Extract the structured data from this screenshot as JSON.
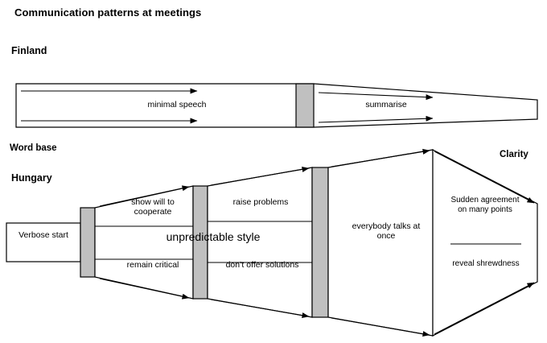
{
  "title": "Communication patterns at meetings",
  "sections": {
    "finland": {
      "country_label": "Finland",
      "stages": [
        {
          "id": "minimal-speech",
          "label": "minimal speech"
        },
        {
          "id": "summarise",
          "label": "summarise"
        }
      ]
    },
    "hungary": {
      "country_label": "Hungary",
      "stages": [
        {
          "id": "verbose-start",
          "label": "Verbose start"
        },
        {
          "id": "show-will",
          "label": "show will to\ncooperate"
        },
        {
          "id": "remain-critical",
          "label": "remain critical"
        },
        {
          "id": "unpredictable-style",
          "label": "unpredictable style"
        },
        {
          "id": "raise-problems",
          "label": "raise problems"
        },
        {
          "id": "dont-offer-solutions",
          "label": "don’t offer solutions"
        },
        {
          "id": "everybody-talks",
          "label": "everybody talks at\nonce"
        },
        {
          "id": "sudden-agreement",
          "label": "Sudden agreement\non many points"
        },
        {
          "id": "reveal-shrewdness",
          "label": "reveal shrewdness"
        }
      ]
    }
  },
  "axis": {
    "left_label": "Word base",
    "right_label": "Clarity"
  },
  "colors": {
    "stroke": "#000000",
    "gate_fill": "#c0c0c0",
    "background": "#ffffff"
  }
}
